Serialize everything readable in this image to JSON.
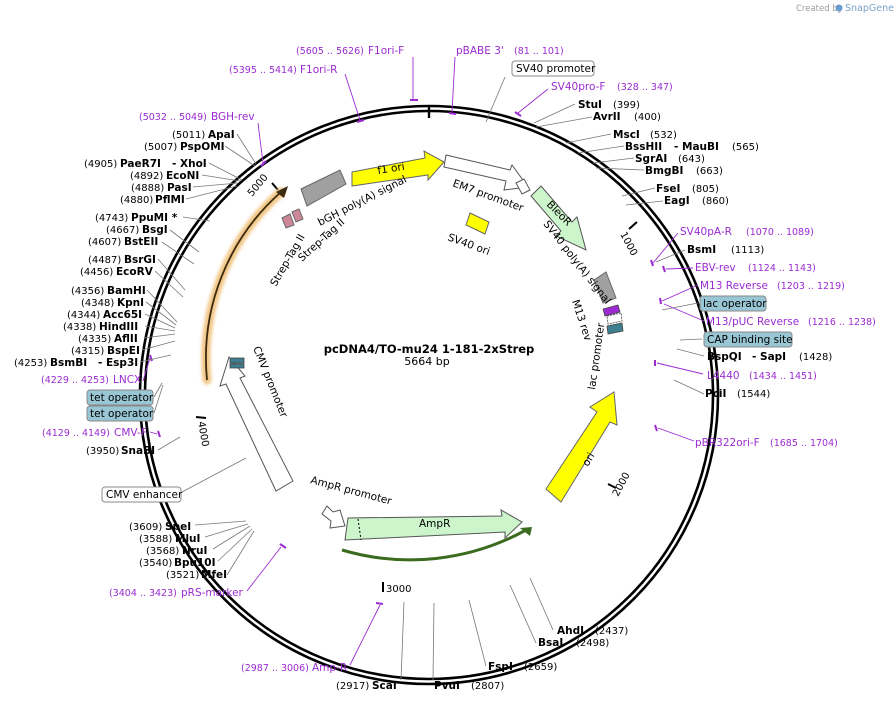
{
  "credit": {
    "prefix": "Created by",
    "brand": "SnapGene"
  },
  "plasmid": {
    "name": "pcDNA4/TO-mu24 1-181-2xStrep",
    "length": "5664 bp"
  },
  "ticks": [
    "1000",
    "2000",
    "3000",
    "4000",
    "5000"
  ],
  "features": {
    "f1_ori": "f1 ori",
    "em7_promoter": "EM7 promoter",
    "bleor": "BleoR",
    "sv40_polya": "SV40 poly(A) signal",
    "m13_rev": "M13 rev",
    "lac_promoter": "lac promoter",
    "ori": "ori",
    "ampr": "AmpR",
    "ampr_promoter": "AmpR promoter",
    "cmv_promoter": "CMV promoter",
    "sv40_ori": "SV40 ori",
    "bgh_polya": "bGH poly(A) signal",
    "strep_tag_1": "Strep-Tag II",
    "strep_tag_2": "Strep-Tag II"
  },
  "boxed_features": {
    "sv40_promoter": "SV40 promoter",
    "cmv_enhancer": "CMV enhancer",
    "lac_operator": "lac operator",
    "cap_binding_site": "CAP binding site",
    "tet_operator_1": "tet operator",
    "tet_operator_2": "tet operator"
  },
  "enzymes": [
    {
      "name": "StuI",
      "pos": "(399)"
    },
    {
      "name": "AvrII",
      "pos": "(400)"
    },
    {
      "name": "MscI",
      "pos": "(532)"
    },
    {
      "name": "BssHII",
      "suffix": "- MauBI",
      "pos": "(565)"
    },
    {
      "name": "SgrAI",
      "pos": "(643)"
    },
    {
      "name": "BmgBI",
      "pos": "(663)"
    },
    {
      "name": "FseI",
      "pos": "(805)"
    },
    {
      "name": "EagI",
      "pos": "(860)"
    },
    {
      "name": "BsmI",
      "pos": "(1113)"
    },
    {
      "name": "BspQI",
      "suffix": "- SapI",
      "pos": "(1428)"
    },
    {
      "name": "PciI",
      "pos": "(1544)"
    },
    {
      "name": "AhdI",
      "pos": "(2437)"
    },
    {
      "name": "BsaI",
      "pos": "(2498)"
    },
    {
      "name": "FspI",
      "pos": "(2659)"
    },
    {
      "name": "PvuI",
      "pos": "(2807)"
    },
    {
      "name": "ScaI",
      "pos": "(2917)"
    },
    {
      "name": "MfeI",
      "pos": "(3521)"
    },
    {
      "name": "Bpu10I",
      "pos": "(3540)"
    },
    {
      "name": "NruI",
      "pos": "(3568)"
    },
    {
      "name": "MluI",
      "pos": "(3588)"
    },
    {
      "name": "SpeI",
      "pos": "(3609)"
    },
    {
      "name": "SnaBI",
      "pos": "(3950)"
    },
    {
      "name": "BsmBI",
      "suffix": "- Esp3I",
      "pos": "(4253)"
    },
    {
      "name": "BspEI",
      "pos": "(4315)"
    },
    {
      "name": "AflII",
      "pos": "(4335)"
    },
    {
      "name": "HindIII",
      "pos": "(4338)"
    },
    {
      "name": "Acc65I",
      "pos": "(4344)"
    },
    {
      "name": "KpnI",
      "pos": "(4348)"
    },
    {
      "name": "BamHI",
      "pos": "(4356)"
    },
    {
      "name": "EcoRV",
      "pos": "(4456)"
    },
    {
      "name": "BsrGI",
      "pos": "(4487)"
    },
    {
      "name": "BstEII",
      "pos": "(4607)"
    },
    {
      "name": "BsgI",
      "pos": "(4667)"
    },
    {
      "name": "PpuMI *",
      "pos": "(4743)"
    },
    {
      "name": "PflMI",
      "pos": "(4880)"
    },
    {
      "name": "PasI",
      "pos": "(4888)"
    },
    {
      "name": "EcoNI",
      "pos": "(4892)"
    },
    {
      "name": "PaeR7I",
      "suffix": "- XhoI",
      "pos": "(4905)"
    },
    {
      "name": "PspOMI",
      "pos": "(5007)"
    },
    {
      "name": "ApaI",
      "pos": "(5011)"
    }
  ],
  "primers": [
    {
      "name": "F1ori-F",
      "pos": "(5605 .. 5626)"
    },
    {
      "name": "F1ori-R",
      "pos": "(5395 .. 5414)"
    },
    {
      "name": "pBABE 3'",
      "pos": "(81 .. 101)"
    },
    {
      "name": "SV40pro-F",
      "pos": "(328 .. 347)"
    },
    {
      "name": "BGH-rev",
      "pos": "(5032 .. 5049)"
    },
    {
      "name": "SV40pA-R",
      "pos": "(1070 .. 1089)"
    },
    {
      "name": "EBV-rev",
      "pos": "(1124 .. 1143)"
    },
    {
      "name": "M13 Reverse",
      "pos": "(1203 .. 1219)"
    },
    {
      "name": "M13/pUC Reverse",
      "pos": "(1216 .. 1238)"
    },
    {
      "name": "L4440",
      "pos": "(1434 .. 1451)"
    },
    {
      "name": "pBR322ori-F",
      "pos": "(1685 .. 1704)"
    },
    {
      "name": "LNCX",
      "pos": "(4229 .. 4253)"
    },
    {
      "name": "CMV-F",
      "pos": "(4129 .. 4149)"
    },
    {
      "name": "pRS-marker",
      "pos": "(3404 .. 3423)"
    },
    {
      "name": "Amp-R",
      "pos": "(2987 .. 3006)"
    }
  ],
  "colors": {
    "primer": "#9b2bd1",
    "ori": "#ffff00",
    "ampr": "#ccf5cc",
    "promoter": "#ffffff",
    "polya": "#a0a0a0",
    "tag": "#cc8899",
    "operator": "#99c6d4",
    "ampr_arc": "#3b6b1e",
    "insert_arc": "#f0c078"
  }
}
